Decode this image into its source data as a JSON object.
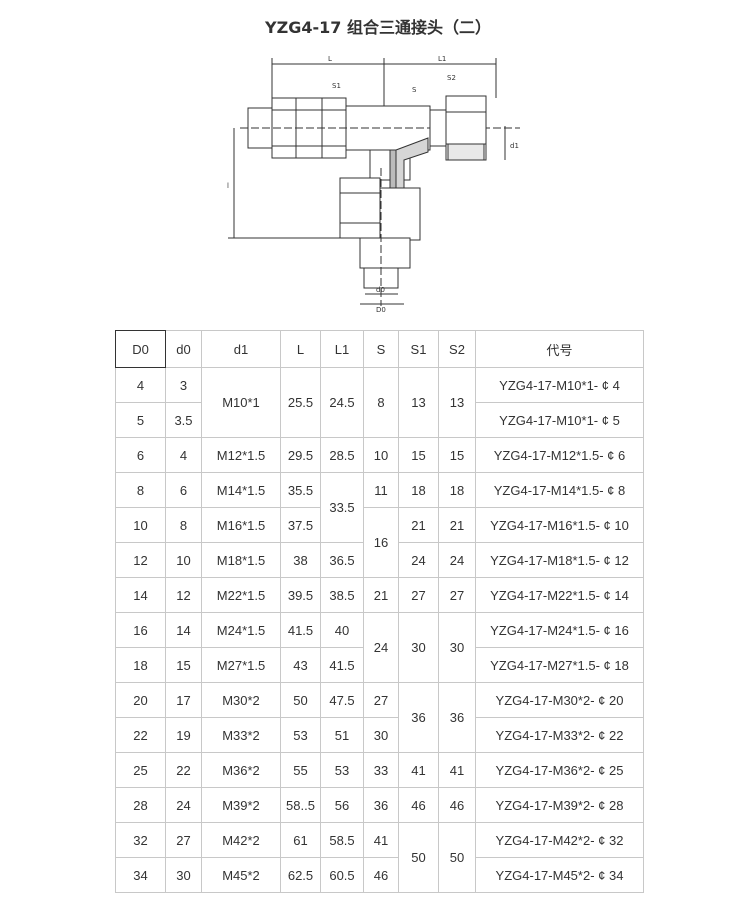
{
  "title": "YZG4-17 组合三通接头（二）",
  "drawing": {
    "labels": {
      "L": "L",
      "L1": "L1",
      "S": "S",
      "S1": "S1",
      "S2": "S2",
      "d1": "d1",
      "D0": "D0",
      "d0": "d0",
      "I": "l"
    }
  },
  "table": {
    "headers": [
      "D0",
      "d0",
      "d1",
      "L",
      "L1",
      "S",
      "S1",
      "S2",
      "代号"
    ],
    "rows": [
      {
        "D0": "4",
        "d0": "3",
        "d1": "M10*1",
        "L": "25.5",
        "L1": "24.5",
        "S": "8",
        "S1": "13",
        "S2": "13",
        "code": "YZG4-17-M10*1- ¢ 4"
      },
      {
        "D0": "5",
        "d0": "3.5",
        "code": "YZG4-17-M10*1- ¢ 5"
      },
      {
        "D0": "6",
        "d0": "4",
        "d1": "M12*1.5",
        "L": "29.5",
        "L1": "28.5",
        "S": "10",
        "S1": "15",
        "S2": "15",
        "code": "YZG4-17-M12*1.5- ¢ 6"
      },
      {
        "D0": "8",
        "d0": "6",
        "d1": "M14*1.5",
        "L": "35.5",
        "L1": "33.5",
        "S": "11",
        "S1": "18",
        "S2": "18",
        "code": "YZG4-17-M14*1.5- ¢ 8"
      },
      {
        "D0": "10",
        "d0": "8",
        "d1": "M16*1.5",
        "L": "37.5",
        "S": "16",
        "S1": "21",
        "S2": "21",
        "code": "YZG4-17-M16*1.5- ¢ 10"
      },
      {
        "D0": "12",
        "d0": "10",
        "d1": "M18*1.5",
        "L": "38",
        "L1": "36.5",
        "S1": "24",
        "S2": "24",
        "code": "YZG4-17-M18*1.5- ¢ 12"
      },
      {
        "D0": "14",
        "d0": "12",
        "d1": "M22*1.5",
        "L": "39.5",
        "L1": "38.5",
        "S": "21",
        "S1": "27",
        "S2": "27",
        "code": "YZG4-17-M22*1.5- ¢ 14"
      },
      {
        "D0": "16",
        "d0": "14",
        "d1": "M24*1.5",
        "L": "41.5",
        "L1": "40",
        "S": "24",
        "S1": "30",
        "S2": "30",
        "code": "YZG4-17-M24*1.5- ¢ 16"
      },
      {
        "D0": "18",
        "d0": "15",
        "d1": "M27*1.5",
        "L": "43",
        "L1": "41.5",
        "code": "YZG4-17-M27*1.5- ¢ 18"
      },
      {
        "D0": "20",
        "d0": "17",
        "d1": "M30*2",
        "L": "50",
        "L1": "47.5",
        "S": "27",
        "S1": "36",
        "S2": "36",
        "code": "YZG4-17-M30*2- ¢ 20"
      },
      {
        "D0": "22",
        "d0": "19",
        "d1": "M33*2",
        "L": "53",
        "L1": "51",
        "S": "30",
        "code": "YZG4-17-M33*2- ¢ 22"
      },
      {
        "D0": "25",
        "d0": "22",
        "d1": "M36*2",
        "L": "55",
        "L1": "53",
        "S": "33",
        "S1": "41",
        "S2": "41",
        "code": "YZG4-17-M36*2- ¢ 25"
      },
      {
        "D0": "28",
        "d0": "24",
        "d1": "M39*2",
        "L": "58..5",
        "L1": "56",
        "S": "36",
        "S1": "46",
        "S2": "46",
        "code": "YZG4-17-M39*2- ¢ 28"
      },
      {
        "D0": "32",
        "d0": "27",
        "d1": "M42*2",
        "L": "61",
        "L1": "58.5",
        "S": "41",
        "S1": "50",
        "S2": "50",
        "code": "YZG4-17-M42*2- ¢ 32"
      },
      {
        "D0": "34",
        "d0": "30",
        "d1": "M45*2",
        "L": "62.5",
        "L1": "60.5",
        "S": "46",
        "code": "YZG4-17-M45*2- ¢ 34"
      }
    ]
  }
}
